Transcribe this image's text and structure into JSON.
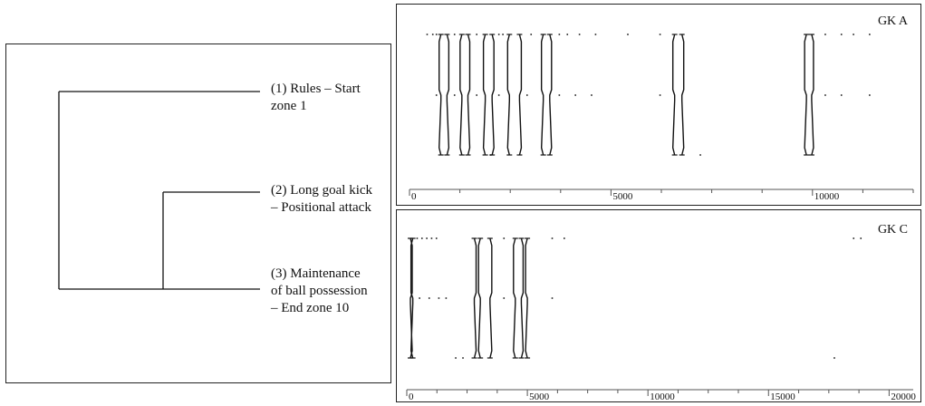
{
  "dendrogram": {
    "leaves": [
      {
        "lines": [
          "(1) Rules – Start",
          "zone 1"
        ]
      },
      {
        "lines": [
          "(2) Long goal kick",
          "– Positional attack"
        ]
      },
      {
        "lines": [
          "(3) Maintenance",
          "of ball possession",
          "– End zone 10"
        ]
      }
    ]
  },
  "chart_data": [
    {
      "type": "line",
      "title": "GK A",
      "xlim": [
        0,
        12500
      ],
      "x_ticks": [
        0,
        5000,
        10000
      ],
      "x_tick_labels": [
        "0",
        "5000",
        "10000"
      ],
      "levels": [
        1,
        2,
        3
      ],
      "transitions": [
        {
          "x": 780,
          "from": 3,
          "to": 1
        },
        {
          "x": 930,
          "from": 1,
          "to": 3
        },
        {
          "x": 1300,
          "from": 3,
          "to": 1
        },
        {
          "x": 1450,
          "from": 1,
          "to": 3
        },
        {
          "x": 1880,
          "from": 3,
          "to": 1
        },
        {
          "x": 2050,
          "from": 1,
          "to": 3
        },
        {
          "x": 2480,
          "from": 3,
          "to": 1
        },
        {
          "x": 2730,
          "from": 1,
          "to": 3
        },
        {
          "x": 3320,
          "from": 3,
          "to": 1
        },
        {
          "x": 3480,
          "from": 1,
          "to": 3
        },
        {
          "x": 6580,
          "from": 3,
          "to": 1
        },
        {
          "x": 6760,
          "from": 1,
          "to": 3
        },
        {
          "x": 9850,
          "from": 3,
          "to": 1
        },
        {
          "x": 9980,
          "from": 1,
          "to": 3
        }
      ],
      "events": [
        {
          "x": 420,
          "level": 1
        },
        {
          "x": 560,
          "level": 1
        },
        {
          "x": 650,
          "level": 1
        },
        {
          "x": 1100,
          "level": 1
        },
        {
          "x": 1650,
          "level": 1
        },
        {
          "x": 2200,
          "level": 1
        },
        {
          "x": 2300,
          "level": 1
        },
        {
          "x": 3000,
          "level": 1
        },
        {
          "x": 3700,
          "level": 1
        },
        {
          "x": 3900,
          "level": 1
        },
        {
          "x": 4200,
          "level": 1
        },
        {
          "x": 4600,
          "level": 1
        },
        {
          "x": 5400,
          "level": 1
        },
        {
          "x": 6200,
          "level": 1
        },
        {
          "x": 10300,
          "level": 1
        },
        {
          "x": 10700,
          "level": 1
        },
        {
          "x": 11000,
          "level": 1
        },
        {
          "x": 11400,
          "level": 1
        },
        {
          "x": 650,
          "level": 2
        },
        {
          "x": 1100,
          "level": 2
        },
        {
          "x": 1650,
          "level": 2
        },
        {
          "x": 2200,
          "level": 2
        },
        {
          "x": 2900,
          "level": 2
        },
        {
          "x": 3700,
          "level": 2
        },
        {
          "x": 4100,
          "level": 2
        },
        {
          "x": 4500,
          "level": 2
        },
        {
          "x": 6200,
          "level": 2
        },
        {
          "x": 10300,
          "level": 2
        },
        {
          "x": 10700,
          "level": 2
        },
        {
          "x": 11400,
          "level": 2
        },
        {
          "x": 2000,
          "level": 3
        },
        {
          "x": 7200,
          "level": 3
        }
      ]
    },
    {
      "type": "line",
      "title": "GK C",
      "xlim": [
        0,
        21000
      ],
      "x_ticks": [
        0,
        5000,
        10000,
        15000,
        20000
      ],
      "x_tick_labels": [
        "0",
        "5000",
        "10000",
        "15000",
        "20000"
      ],
      "levels": [
        1,
        2,
        3
      ],
      "transitions": [
        {
          "x": 150,
          "from": 1,
          "to": 3
        },
        {
          "x": 250,
          "from": 3,
          "to": 1
        },
        {
          "x": 2800,
          "from": 1,
          "to": 3
        },
        {
          "x": 3050,
          "from": 3,
          "to": 1
        },
        {
          "x": 3450,
          "from": 1,
          "to": 3
        },
        {
          "x": 4500,
          "from": 3,
          "to": 1
        },
        {
          "x": 4750,
          "from": 1,
          "to": 3
        },
        {
          "x": 5000,
          "from": 3,
          "to": 1
        }
      ],
      "events": [
        {
          "x": 400,
          "level": 1
        },
        {
          "x": 600,
          "level": 1
        },
        {
          "x": 800,
          "level": 1
        },
        {
          "x": 1000,
          "level": 1
        },
        {
          "x": 1200,
          "level": 1
        },
        {
          "x": 4000,
          "level": 1
        },
        {
          "x": 6000,
          "level": 1
        },
        {
          "x": 6500,
          "level": 1
        },
        {
          "x": 18500,
          "level": 1
        },
        {
          "x": 18800,
          "level": 1
        },
        {
          "x": 500,
          "level": 2
        },
        {
          "x": 900,
          "level": 2
        },
        {
          "x": 1300,
          "level": 2
        },
        {
          "x": 1600,
          "level": 2
        },
        {
          "x": 4000,
          "level": 2
        },
        {
          "x": 6000,
          "level": 2
        },
        {
          "x": 2000,
          "level": 3
        },
        {
          "x": 2300,
          "level": 3
        },
        {
          "x": 17700,
          "level": 3
        }
      ]
    }
  ]
}
